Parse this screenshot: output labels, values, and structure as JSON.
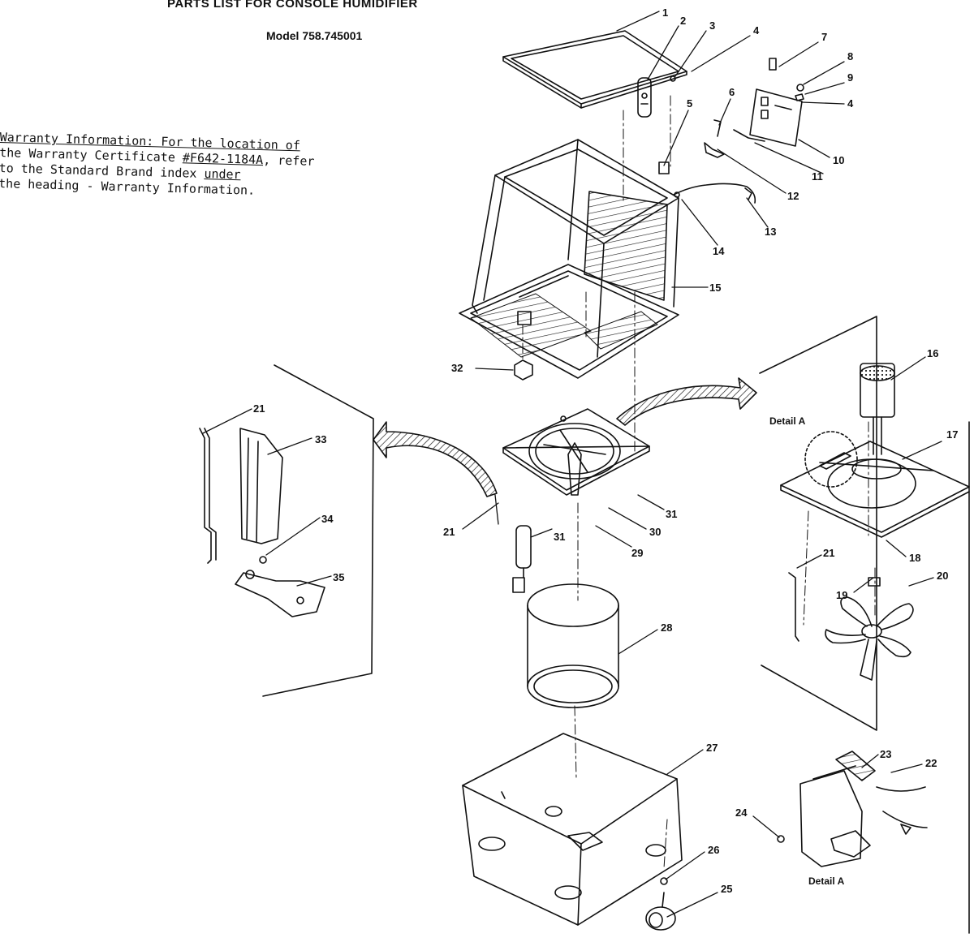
{
  "header": {
    "title": "PARTS LIST FOR CONSOLE HUMIDIFIER",
    "model": "Model 758.745001"
  },
  "warranty": {
    "line1": "Warranty Information:  For the location of",
    "line2_prefix": "the Warranty Certificate ",
    "line2_cert": "#F642-1184A",
    "line2_suffix": ", refer",
    "line3_prefix": "to the Standard Brand index ",
    "line3_under": "under",
    "line4": "the heading - Warranty Information."
  },
  "detail_labels": {
    "detail_a_top": "Detail A",
    "detail_a_bottom": "Detail A"
  },
  "parts": [
    {
      "key": "p1",
      "number": "1"
    },
    {
      "key": "p2",
      "number": "2"
    },
    {
      "key": "p3",
      "number": "3"
    },
    {
      "key": "p4a",
      "number": "4"
    },
    {
      "key": "p4b",
      "number": "4"
    },
    {
      "key": "p5",
      "number": "5"
    },
    {
      "key": "p6",
      "number": "6"
    },
    {
      "key": "p7",
      "number": "7"
    },
    {
      "key": "p8",
      "number": "8"
    },
    {
      "key": "p9",
      "number": "9"
    },
    {
      "key": "p10",
      "number": "10"
    },
    {
      "key": "p11",
      "number": "11"
    },
    {
      "key": "p12",
      "number": "12"
    },
    {
      "key": "p13",
      "number": "13"
    },
    {
      "key": "p14",
      "number": "14"
    },
    {
      "key": "p15",
      "number": "15"
    },
    {
      "key": "p16",
      "number": "16"
    },
    {
      "key": "p17",
      "number": "17"
    },
    {
      "key": "p18",
      "number": "18"
    },
    {
      "key": "p19",
      "number": "19"
    },
    {
      "key": "p20",
      "number": "20"
    },
    {
      "key": "p21a",
      "number": "21"
    },
    {
      "key": "p21b",
      "number": "21"
    },
    {
      "key": "p21c",
      "number": "21"
    },
    {
      "key": "p22",
      "number": "22"
    },
    {
      "key": "p23",
      "number": "23"
    },
    {
      "key": "p24",
      "number": "24"
    },
    {
      "key": "p25",
      "number": "25"
    },
    {
      "key": "p26",
      "number": "26"
    },
    {
      "key": "p27",
      "number": "27"
    },
    {
      "key": "p28",
      "number": "28"
    },
    {
      "key": "p29",
      "number": "29"
    },
    {
      "key": "p30",
      "number": "30"
    },
    {
      "key": "p31a",
      "number": "31"
    },
    {
      "key": "p31b",
      "number": "31"
    },
    {
      "key": "p32",
      "number": "32"
    },
    {
      "key": "p33",
      "number": "33"
    },
    {
      "key": "p34",
      "number": "34"
    },
    {
      "key": "p35",
      "number": "35"
    }
  ]
}
